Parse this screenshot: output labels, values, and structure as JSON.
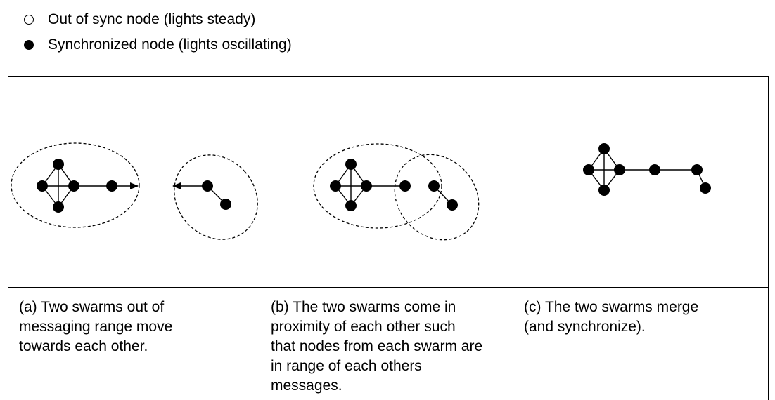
{
  "legend": {
    "items": [
      {
        "symbol": "open-circle",
        "label": "Out of sync node (lights steady)"
      },
      {
        "symbol": "filled-circle",
        "label": "Synchronized node (lights oscillating)"
      }
    ]
  },
  "panels": [
    {
      "caption": "(a) Two swarms out of\nmessaging range move\ntowards each other."
    },
    {
      "caption": "(b) The two swarms come in\nproximity of each other such\nthat nodes from each swarm are\nin range of each others\nmessages."
    },
    {
      "caption": "(c) The two swarms merge\n(and synchronize)."
    }
  ],
  "colors": {
    "stroke": "#000000",
    "node_fill": "#000000",
    "background": "#ffffff"
  }
}
